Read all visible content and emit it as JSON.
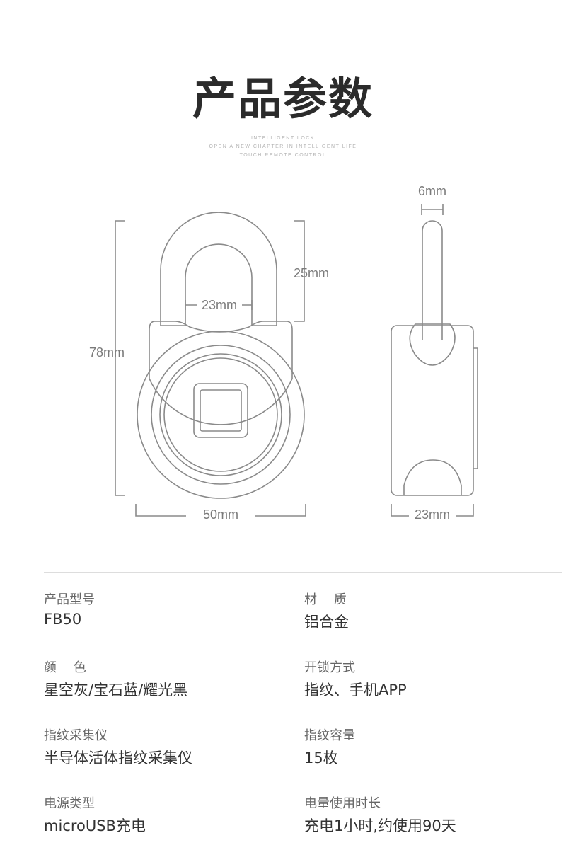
{
  "header": {
    "title": "产品参数",
    "subtitle": [
      "INTELLIGENT LOCK",
      "OPEN A NEW CHAPTER IN INTELLIGENT LIFE",
      "TOUCH REMOTE CONTROL"
    ]
  },
  "diagram": {
    "front": {
      "height_label": "78mm",
      "width_label": "50mm",
      "shackle_gap_label": "23mm",
      "shackle_height_label": "25mm"
    },
    "side": {
      "shackle_thickness_label": "6mm",
      "depth_label": "23mm"
    }
  },
  "specs": [
    {
      "left": {
        "label": "产品型号",
        "value": "FB50"
      },
      "right": {
        "label": "材　 质",
        "value": "铝合金"
      }
    },
    {
      "left": {
        "label": "颜　 色",
        "value": "星空灰/宝石蓝/耀光黑"
      },
      "right": {
        "label": "开锁方式",
        "value": "指纹、手机APP"
      }
    },
    {
      "left": {
        "label": "指纹采集仪",
        "value": "半导体活体指纹采集仪"
      },
      "right": {
        "label": "指纹容量",
        "value": "15枚"
      }
    },
    {
      "left": {
        "label": "电源类型",
        "value": "microUSB充电"
      },
      "right": {
        "label": "电量使用时长",
        "value": "充电1小时,约使用90天"
      }
    }
  ]
}
